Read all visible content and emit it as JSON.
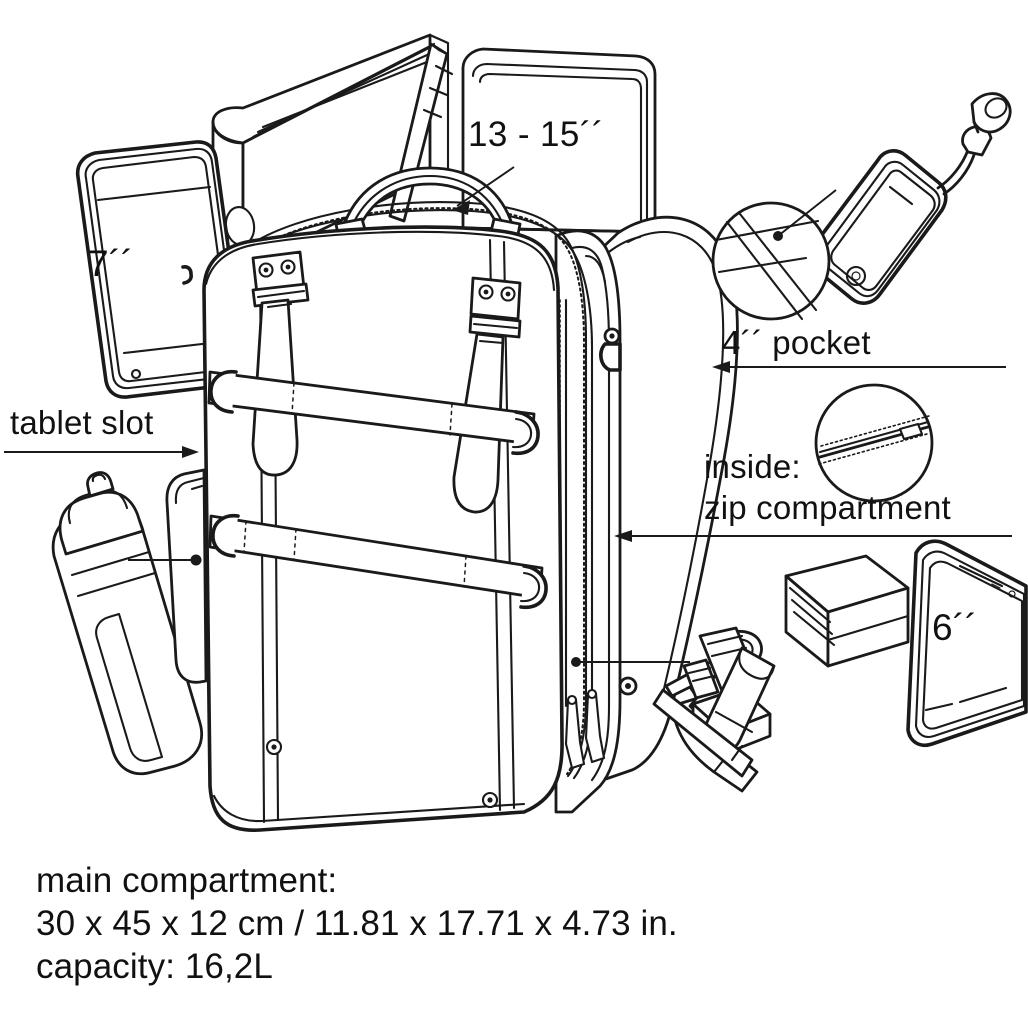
{
  "diagram": {
    "title": "Backpack capacity and compartment diagram",
    "style": "black and white technical line drawing",
    "line_color": "#1a1a1a",
    "background_color": "#ffffff"
  },
  "labels": {
    "laptop_size": "13 - 15´´",
    "tablet_size": "7´´",
    "tablet_slot": "tablet slot",
    "pocket_4in": "4´´ pocket",
    "inside_line1": "inside:",
    "inside_line2": "zip compartment",
    "phone_size": "6´´"
  },
  "footer": {
    "line1": "main compartment:",
    "line2": "30 x 45 x 12 cm / 11.81 x 17.71 x 4.73 in.",
    "line3": "capacity: 16,2L"
  },
  "specs": {
    "main_compartment_cm": "30 x 45 x 12 cm",
    "main_compartment_in": "11.81 x 17.71 x 4.73 in.",
    "capacity": "16,2L",
    "laptop_fit": "13 - 15 inch",
    "tablet_fit": "7 inch",
    "front_pocket_fit": "4 inch",
    "side_phone_fit": "6 inch"
  },
  "objects": [
    {
      "name": "backpack",
      "role": "main-product"
    },
    {
      "name": "laptop",
      "role": "content",
      "size": "13 - 15´´"
    },
    {
      "name": "notebook-stack",
      "role": "content"
    },
    {
      "name": "pen",
      "role": "content"
    },
    {
      "name": "tablet",
      "role": "content",
      "size": "7´´"
    },
    {
      "name": "water-bottle",
      "role": "content"
    },
    {
      "name": "phone-with-earbuds",
      "role": "content",
      "size": "4´´"
    },
    {
      "name": "phone-large",
      "role": "content",
      "size": "6´´"
    },
    {
      "name": "wallet",
      "role": "content"
    },
    {
      "name": "usb-stick",
      "role": "content"
    },
    {
      "name": "keys",
      "role": "content"
    },
    {
      "name": "lip-balm",
      "role": "content"
    },
    {
      "name": "eraser",
      "role": "content"
    }
  ],
  "callouts": [
    {
      "name": "laptop-callout",
      "text": "13 - 15´´",
      "marker": "arrow-down-left"
    },
    {
      "name": "tablet-slot-callout",
      "text": "tablet slot",
      "marker": "arrow-right"
    },
    {
      "name": "pocket-callout",
      "text": "4´´ pocket",
      "marker": "arrow-left"
    },
    {
      "name": "zip-compartment-callout",
      "text": "inside: zip compartment",
      "marker": "arrow-left"
    },
    {
      "name": "detail-circle-pocket",
      "text": "",
      "marker": "magnified-circle"
    },
    {
      "name": "detail-circle-zipper",
      "text": "",
      "marker": "magnified-circle"
    }
  ]
}
